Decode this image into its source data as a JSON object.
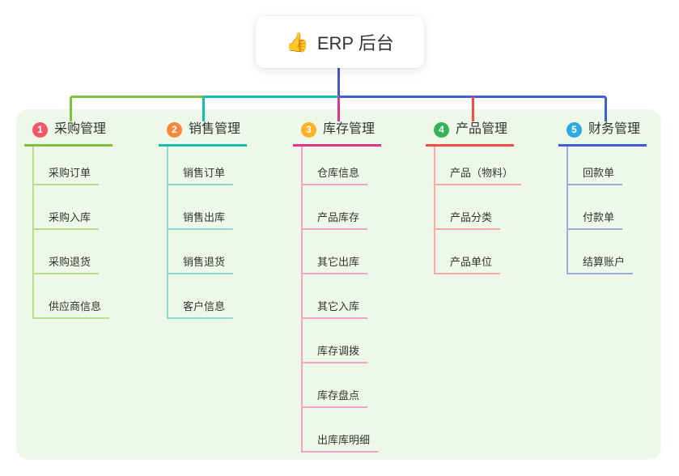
{
  "root": {
    "icon": "👍",
    "label": "ERP 后台"
  },
  "palette": {
    "canvas_bg": "#ffffff",
    "panel_bg": "#eef8e9",
    "stem_color": "#4757c8",
    "text_color": "#333333"
  },
  "branches": [
    {
      "num": "1",
      "label": "采购管理",
      "badge_color": "#f25767",
      "line_color": "#7fc13d",
      "pale_color": "#b9db8e",
      "children": [
        "采购订单",
        "采购入库",
        "采购退货",
        "供应商信息"
      ]
    },
    {
      "num": "2",
      "label": "销售管理",
      "badge_color": "#f8863c",
      "line_color": "#13bcb4",
      "pale_color": "#8fd9d2",
      "children": [
        "销售订单",
        "销售出库",
        "销售退货",
        "客户信息"
      ]
    },
    {
      "num": "3",
      "label": "库存管理",
      "badge_color": "#ffb127",
      "line_color": "#e0338f",
      "pale_color": "#f2a4ca",
      "children": [
        "仓库信息",
        "产品库存",
        "其它出库",
        "其它入库",
        "库存调拨",
        "库存盘点",
        "出库库明细"
      ]
    },
    {
      "num": "4",
      "label": "产品管理",
      "badge_color": "#33b356",
      "line_color": "#f44b41",
      "pale_color": "#f9aba4",
      "children": [
        "产品（物料）",
        "产品分类",
        "产品单位"
      ]
    },
    {
      "num": "5",
      "label": "财务管理",
      "badge_color": "#2caadf",
      "line_color": "#3d5ed6",
      "pale_color": "#9aabe4",
      "children": [
        "回款单",
        "付款单",
        "结算账户"
      ]
    }
  ]
}
